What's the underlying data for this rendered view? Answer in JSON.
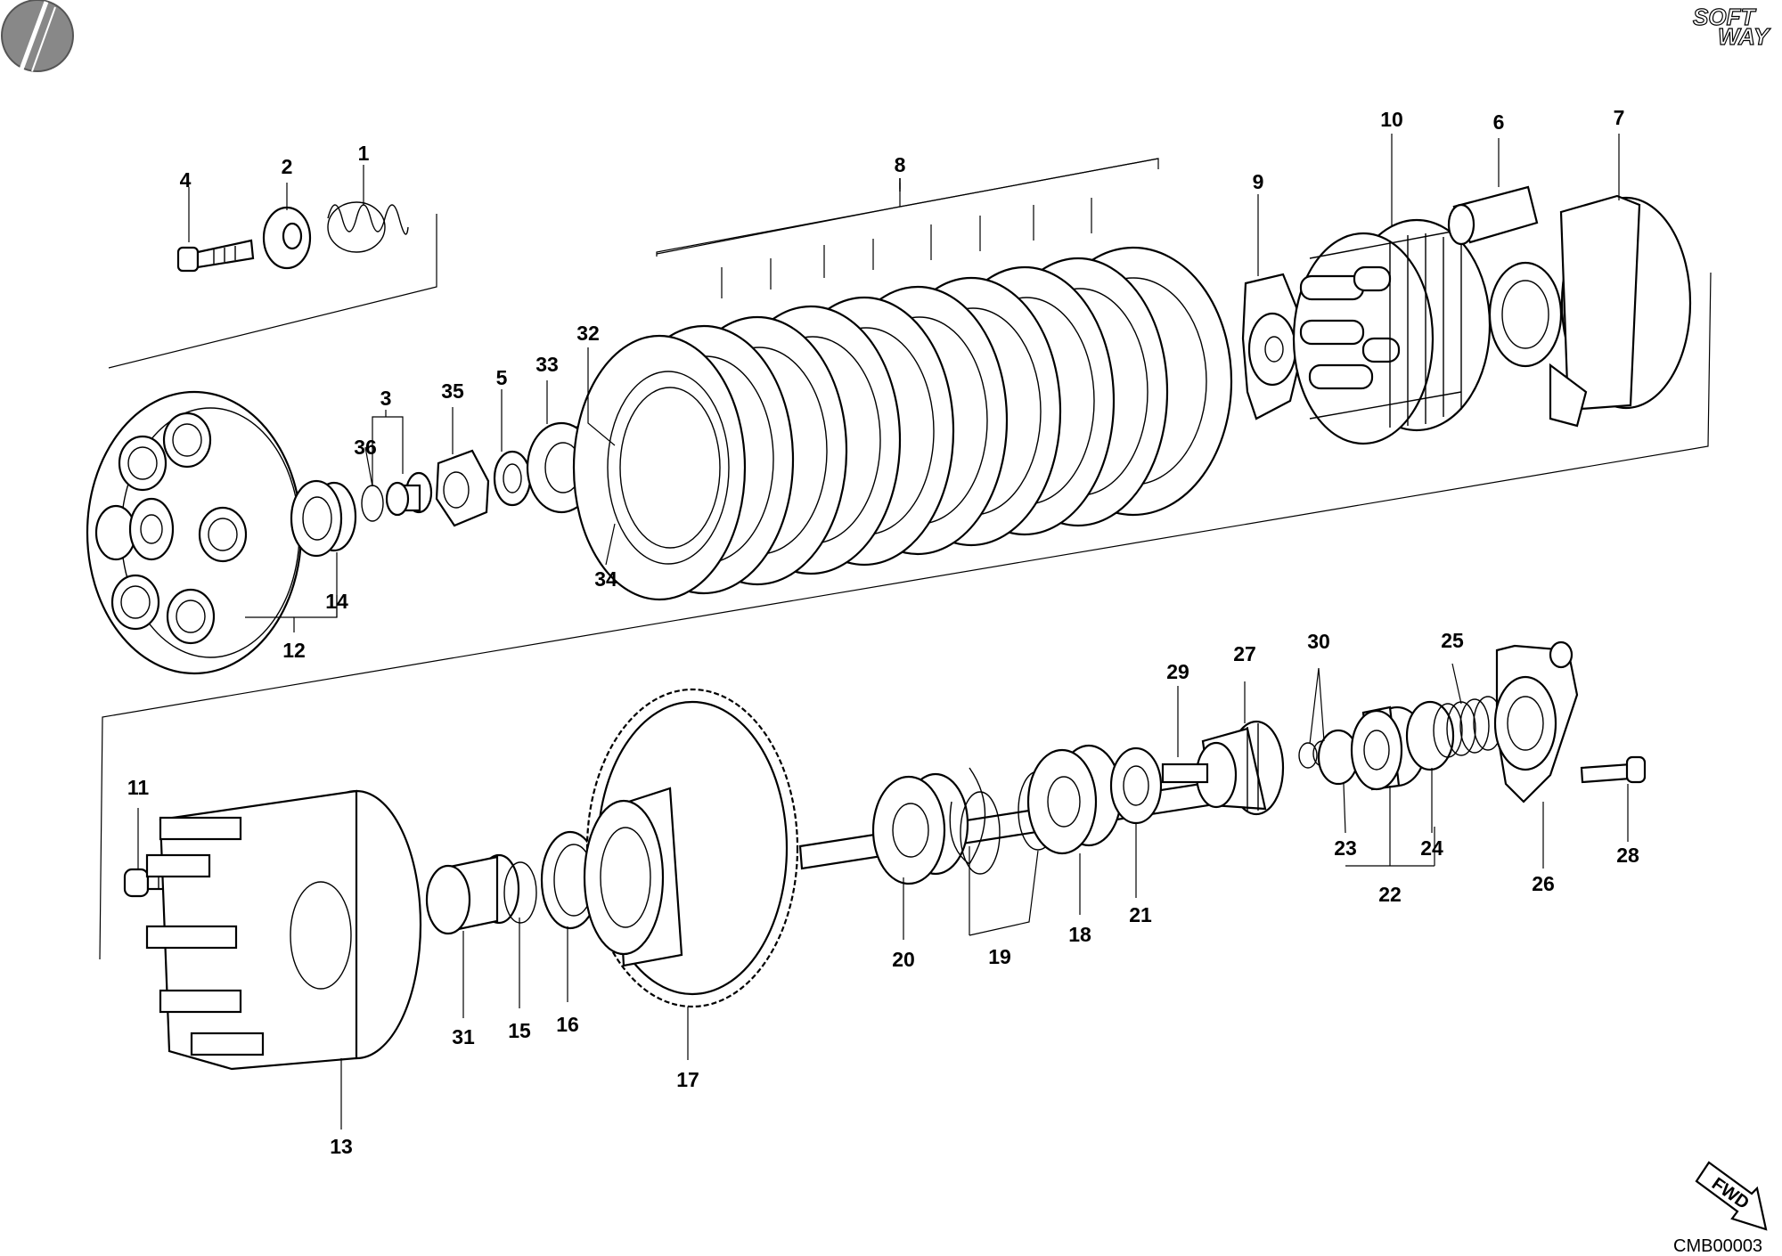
{
  "branding": {
    "top": "SOFT",
    "bottom": "WAY"
  },
  "fwd_label": "FWD",
  "drawing_code": "CMB00003",
  "callouts": [
    {
      "id": "c1",
      "text": "1"
    },
    {
      "id": "c2",
      "text": "2"
    },
    {
      "id": "c3",
      "text": "3"
    },
    {
      "id": "c4",
      "text": "4"
    },
    {
      "id": "c5",
      "text": "5"
    },
    {
      "id": "c6",
      "text": "6"
    },
    {
      "id": "c7",
      "text": "7"
    },
    {
      "id": "c8",
      "text": "8"
    },
    {
      "id": "c9",
      "text": "9"
    },
    {
      "id": "c10",
      "text": "10"
    },
    {
      "id": "c11",
      "text": "11"
    },
    {
      "id": "c12",
      "text": "12"
    },
    {
      "id": "c13",
      "text": "13"
    },
    {
      "id": "c14",
      "text": "14"
    },
    {
      "id": "c15",
      "text": "15"
    },
    {
      "id": "c16",
      "text": "16"
    },
    {
      "id": "c17",
      "text": "17"
    },
    {
      "id": "c18",
      "text": "18"
    },
    {
      "id": "c19",
      "text": "19"
    },
    {
      "id": "c20",
      "text": "20"
    },
    {
      "id": "c21",
      "text": "21"
    },
    {
      "id": "c22",
      "text": "22"
    },
    {
      "id": "c23",
      "text": "23"
    },
    {
      "id": "c24",
      "text": "24"
    },
    {
      "id": "c25",
      "text": "25"
    },
    {
      "id": "c26",
      "text": "26"
    },
    {
      "id": "c27",
      "text": "27"
    },
    {
      "id": "c28",
      "text": "28"
    },
    {
      "id": "c29",
      "text": "29"
    },
    {
      "id": "c30",
      "text": "30"
    },
    {
      "id": "c31",
      "text": "31"
    },
    {
      "id": "c32",
      "text": "32"
    },
    {
      "id": "c33",
      "text": "33"
    },
    {
      "id": "c34",
      "text": "34"
    },
    {
      "id": "c35",
      "text": "35"
    },
    {
      "id": "c36",
      "text": "36"
    }
  ]
}
